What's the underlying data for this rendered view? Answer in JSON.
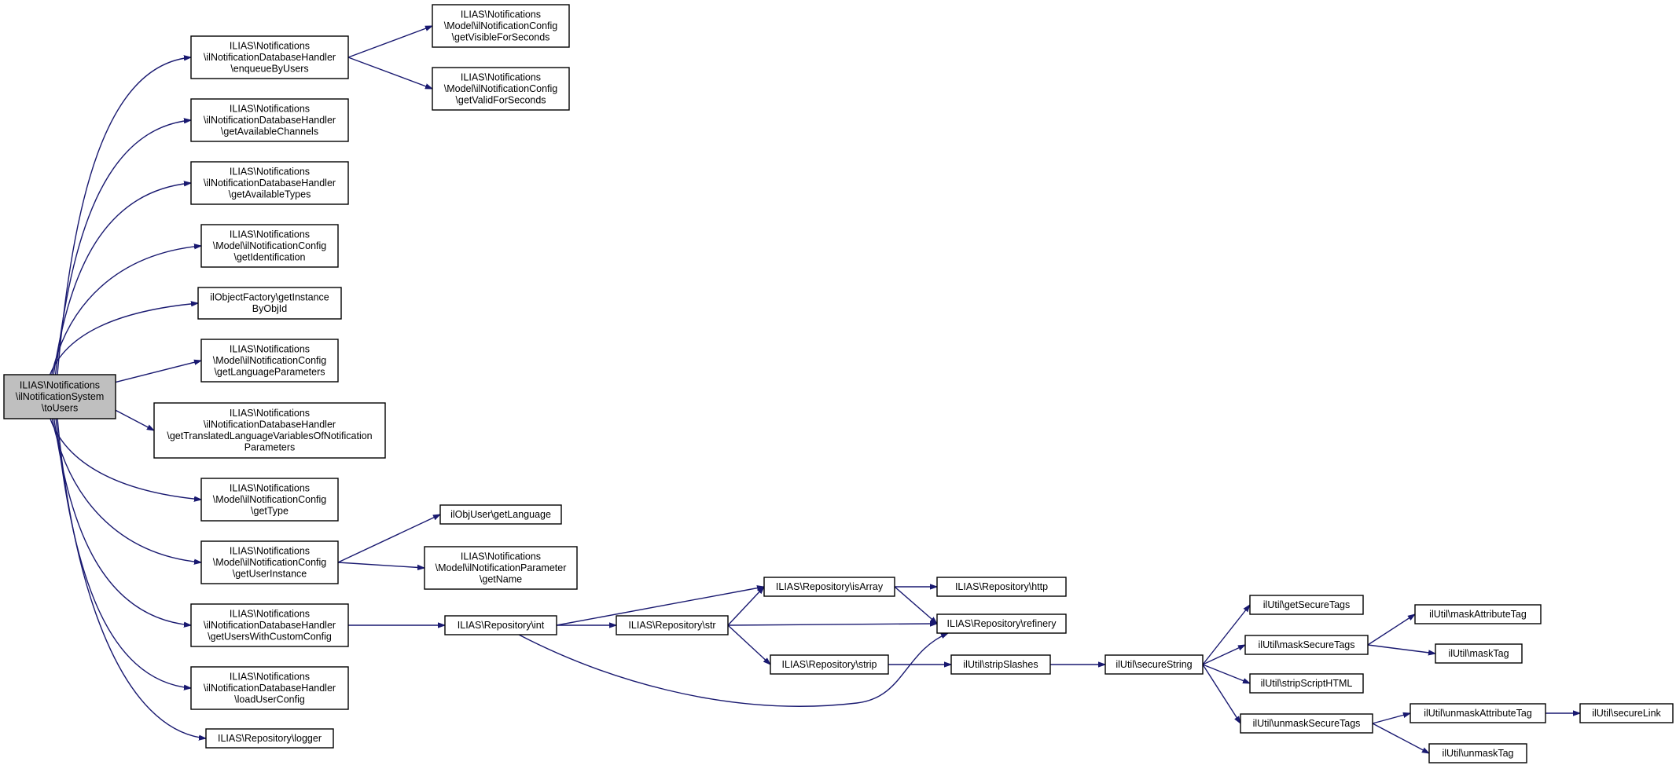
{
  "graph": {
    "edge_color": "#191970",
    "root_fill": "#bfbfbf",
    "nodes": [
      {
        "id": "root",
        "lines": [
          "ILIAS\\Notifications",
          "\\ilNotificationSystem",
          "\\toUsers"
        ],
        "root": true
      },
      {
        "id": "enqueue",
        "lines": [
          "ILIAS\\Notifications",
          "\\ilNotificationDatabaseHandler",
          "\\enqueueByUsers"
        ]
      },
      {
        "id": "visible",
        "lines": [
          "ILIAS\\Notifications",
          "\\Model\\ilNotificationConfig",
          "\\getVisibleForSeconds"
        ]
      },
      {
        "id": "valid",
        "lines": [
          "ILIAS\\Notifications",
          "\\Model\\ilNotificationConfig",
          "\\getValidForSeconds"
        ]
      },
      {
        "id": "channels",
        "lines": [
          "ILIAS\\Notifications",
          "\\ilNotificationDatabaseHandler",
          "\\getAvailableChannels"
        ]
      },
      {
        "id": "types",
        "lines": [
          "ILIAS\\Notifications",
          "\\ilNotificationDatabaseHandler",
          "\\getAvailableTypes"
        ]
      },
      {
        "id": "ident",
        "lines": [
          "ILIAS\\Notifications",
          "\\Model\\ilNotificationConfig",
          "\\getIdentification"
        ]
      },
      {
        "id": "factory",
        "lines": [
          "ilObjectFactory\\getInstance",
          "ByObjId"
        ]
      },
      {
        "id": "langparams",
        "lines": [
          "ILIAS\\Notifications",
          "\\Model\\ilNotificationConfig",
          "\\getLanguageParameters"
        ]
      },
      {
        "id": "translated",
        "lines": [
          "ILIAS\\Notifications",
          "\\ilNotificationDatabaseHandler",
          "\\getTranslatedLanguageVariablesOfNotification",
          "Parameters"
        ]
      },
      {
        "id": "gettype",
        "lines": [
          "ILIAS\\Notifications",
          "\\Model\\ilNotificationConfig",
          "\\getType"
        ]
      },
      {
        "id": "userinst",
        "lines": [
          "ILIAS\\Notifications",
          "\\Model\\ilNotificationConfig",
          "\\getUserInstance"
        ]
      },
      {
        "id": "getlang",
        "lines": [
          "ilObjUser\\getLanguage"
        ]
      },
      {
        "id": "getname",
        "lines": [
          "ILIAS\\Notifications",
          "\\Model\\ilNotificationParameter",
          "\\getName"
        ]
      },
      {
        "id": "custom",
        "lines": [
          "ILIAS\\Notifications",
          "\\ilNotificationDatabaseHandler",
          "\\getUsersWithCustomConfig"
        ]
      },
      {
        "id": "int",
        "lines": [
          "ILIAS\\Repository\\int"
        ]
      },
      {
        "id": "isarray",
        "lines": [
          "ILIAS\\Repository\\isArray"
        ]
      },
      {
        "id": "http",
        "lines": [
          "ILIAS\\Repository\\http"
        ]
      },
      {
        "id": "str",
        "lines": [
          "ILIAS\\Repository\\str"
        ]
      },
      {
        "id": "refinery",
        "lines": [
          "ILIAS\\Repository\\refinery"
        ]
      },
      {
        "id": "strip",
        "lines": [
          "ILIAS\\Repository\\strip"
        ]
      },
      {
        "id": "stripslashes",
        "lines": [
          "ilUtil\\stripSlashes"
        ]
      },
      {
        "id": "securestring",
        "lines": [
          "ilUtil\\secureString"
        ]
      },
      {
        "id": "getsecuretags",
        "lines": [
          "ilUtil\\getSecureTags"
        ]
      },
      {
        "id": "masksecuretags",
        "lines": [
          "ilUtil\\maskSecureTags"
        ]
      },
      {
        "id": "maskattr",
        "lines": [
          "ilUtil\\maskAttributeTag"
        ]
      },
      {
        "id": "masktag",
        "lines": [
          "ilUtil\\maskTag"
        ]
      },
      {
        "id": "stripscript",
        "lines": [
          "ilUtil\\stripScriptHTML"
        ]
      },
      {
        "id": "unmasksecuretags",
        "lines": [
          "ilUtil\\unmaskSecureTags"
        ]
      },
      {
        "id": "unmaskattr",
        "lines": [
          "ilUtil\\unmaskAttributeTag"
        ]
      },
      {
        "id": "securelink",
        "lines": [
          "ilUtil\\secureLink"
        ]
      },
      {
        "id": "unmasktag",
        "lines": [
          "ilUtil\\unmaskTag"
        ]
      },
      {
        "id": "loaduser",
        "lines": [
          "ILIAS\\Notifications",
          "\\ilNotificationDatabaseHandler",
          "\\loadUserConfig"
        ]
      },
      {
        "id": "logger",
        "lines": [
          "ILIAS\\Repository\\logger"
        ]
      }
    ],
    "edges": [
      [
        "root",
        "enqueue"
      ],
      [
        "root",
        "channels"
      ],
      [
        "root",
        "types"
      ],
      [
        "root",
        "ident"
      ],
      [
        "root",
        "factory"
      ],
      [
        "root",
        "langparams"
      ],
      [
        "root",
        "translated"
      ],
      [
        "root",
        "gettype"
      ],
      [
        "root",
        "userinst"
      ],
      [
        "root",
        "custom"
      ],
      [
        "root",
        "loaduser"
      ],
      [
        "root",
        "logger"
      ],
      [
        "enqueue",
        "visible"
      ],
      [
        "enqueue",
        "valid"
      ],
      [
        "userinst",
        "getlang"
      ],
      [
        "userinst",
        "getname"
      ],
      [
        "custom",
        "int"
      ],
      [
        "int",
        "isarray"
      ],
      [
        "int",
        "str"
      ],
      [
        "int",
        "refinery"
      ],
      [
        "isarray",
        "http"
      ],
      [
        "isarray",
        "refinery"
      ],
      [
        "str",
        "isarray"
      ],
      [
        "str",
        "refinery"
      ],
      [
        "str",
        "strip"
      ],
      [
        "strip",
        "stripslashes"
      ],
      [
        "stripslashes",
        "securestring"
      ],
      [
        "securestring",
        "getsecuretags"
      ],
      [
        "securestring",
        "masksecuretags"
      ],
      [
        "securestring",
        "stripscript"
      ],
      [
        "securestring",
        "unmasksecuretags"
      ],
      [
        "masksecuretags",
        "maskattr"
      ],
      [
        "masksecuretags",
        "masktag"
      ],
      [
        "unmasksecuretags",
        "unmaskattr"
      ],
      [
        "unmasksecuretags",
        "unmasktag"
      ],
      [
        "unmaskattr",
        "securelink"
      ]
    ]
  }
}
